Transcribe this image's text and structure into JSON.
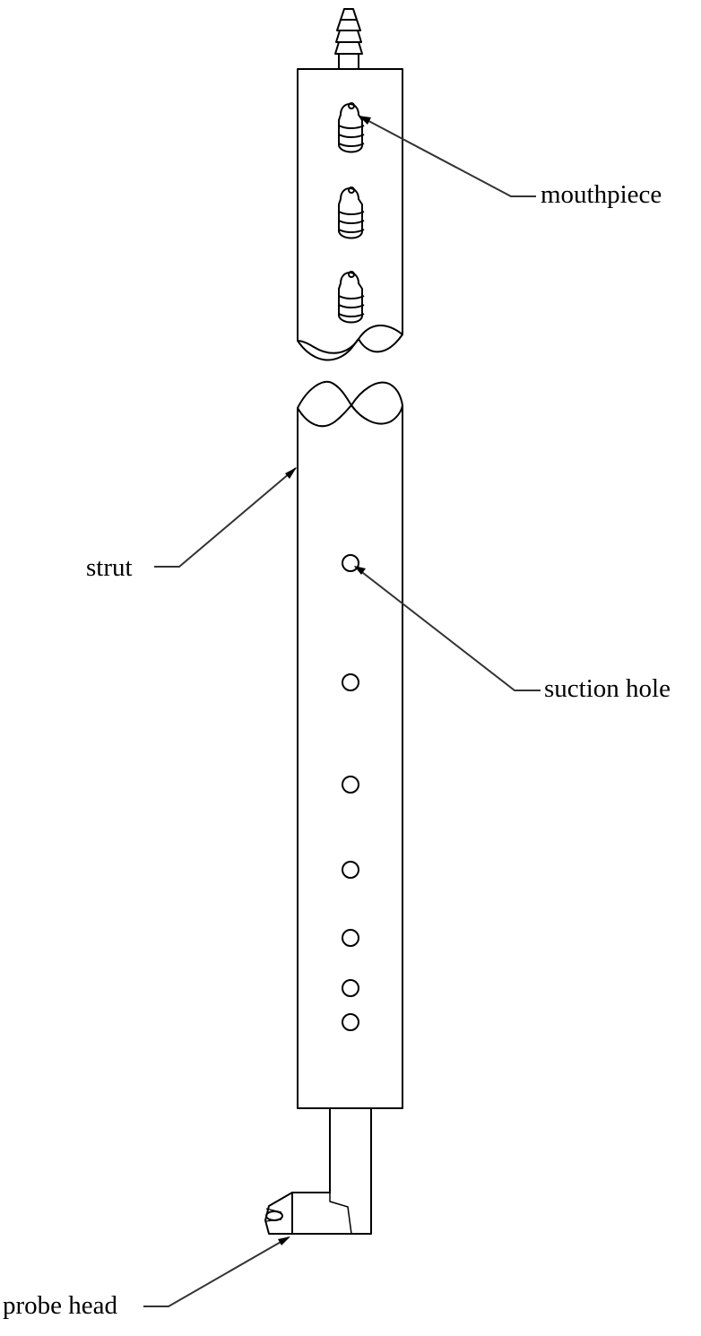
{
  "labels": {
    "mouthpiece": "mouthpiece",
    "strut": "strut",
    "suction_hole": "suction hole",
    "probe_head": "probe head"
  },
  "colors": {
    "stroke": "#000000",
    "leader": "#333333",
    "background": "#ffffff"
  }
}
